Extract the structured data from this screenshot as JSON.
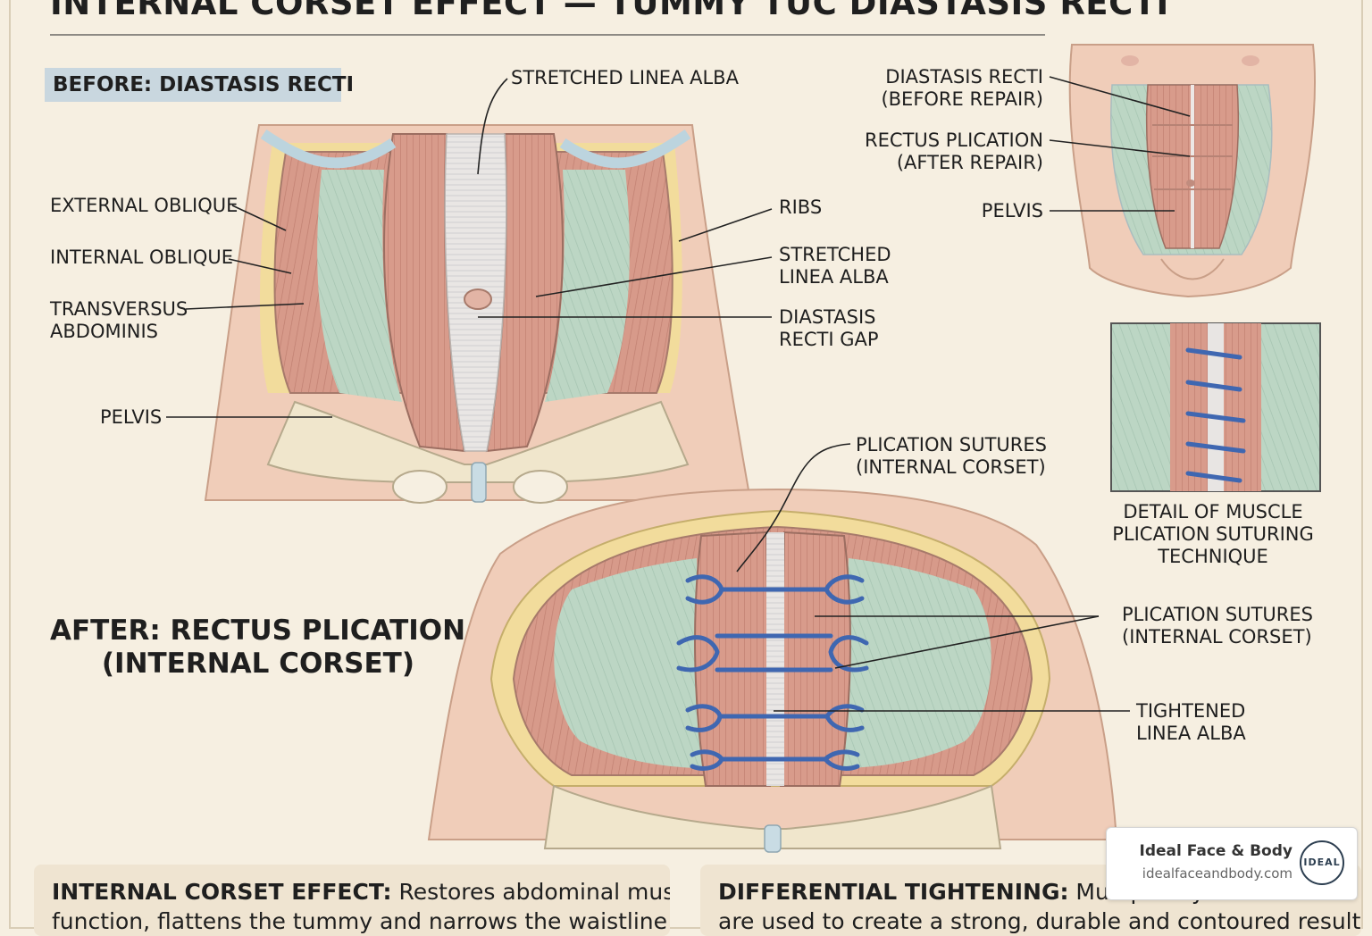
{
  "title": "INTERNAL CORSET EFFECT — TUMMY TUC DIASTASIS RECTI",
  "before_heading": "BEFORE: DIASTASIS RECTI",
  "after_heading": [
    "AFTER: RECTUS PLICATION",
    "(INTERNAL CORSET)"
  ],
  "before_labels": {
    "stretched_linea_alba_top": "STRETCHED LINEA ALBA",
    "external_oblique": "EXTERNAL OBLIQUE",
    "internal_oblique": "INTERNAL OBLIQUE",
    "transversus": [
      "TRANSVERSUS",
      "ABDOMINIS"
    ],
    "pelvis": "PELVIS",
    "ribs": "RIBS",
    "stretched_linea_alba": [
      "STRETCHED",
      "LINEA ALBA"
    ],
    "diastasis_gap": [
      "DIASTASIS",
      "RECTI GAP"
    ]
  },
  "torso_labels": {
    "diastasis": [
      "DIASTASIS RECTI",
      "(BEFORE REPAIR)"
    ],
    "plication": [
      "RECTUS PLICATION",
      "(AFTER REPAIR)"
    ],
    "pelvis": "PELVIS"
  },
  "detail_caption": [
    "DETAIL OF MUSCLE",
    "PLICATION SUTURING",
    "TECHNIQUE"
  ],
  "after_labels": {
    "plication_top": [
      "PLICATION SUTURES",
      "(INTERNAL CORSET)"
    ],
    "plication_right": [
      "PLICATION SUTURES",
      "(INTERNAL CORSET)"
    ],
    "tightened": [
      "TIGHTENED",
      "LINEA ALBA"
    ]
  },
  "notes": {
    "left_bold": "INTERNAL CORSET EFFECT:",
    "left_text": " Restores abdominal muscle",
    "left_line2": "function, flattens the tummy and narrows the waistline",
    "right_bold": "DIFFERENTIAL TIGHTENING:",
    "right_text": " Multiple layers of sutures",
    "right_line2": "are used to create a strong, durable and contoured result"
  },
  "brand": {
    "name": "Ideal Face & Body",
    "url": "idealfaceandbody.com",
    "logo_text": "IDEAL"
  },
  "colors": {
    "background": "#f6efe1",
    "muscle": "#d89a8a",
    "fascia": "#b7d3c0",
    "linea_alba": "#e7e4e2",
    "bone": "#f0e6cc",
    "fat": "#f2dc9c",
    "suture": "#3f67b1"
  }
}
